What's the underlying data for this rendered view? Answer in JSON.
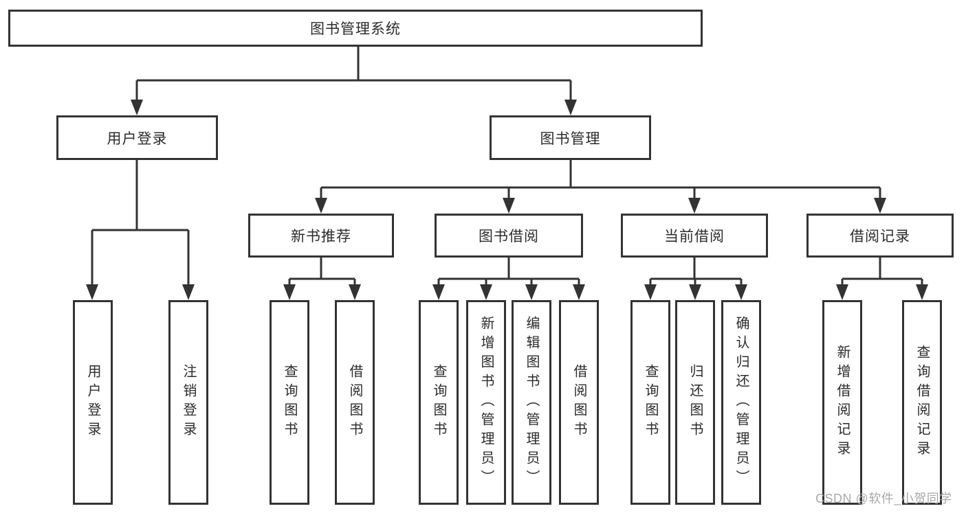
{
  "watermark": "CSDN @软件_小贺同学",
  "root": {
    "label": "图书管理系统"
  },
  "user_login": {
    "label": "用户登录",
    "children": [
      {
        "label": "用户登录"
      },
      {
        "label": "注销登录"
      }
    ]
  },
  "book_management": {
    "label": "图书管理",
    "sections": [
      {
        "label": "新书推荐",
        "children": [
          {
            "label": "查询图书"
          },
          {
            "label": "借阅图书"
          }
        ]
      },
      {
        "label": "图书借阅",
        "children": [
          {
            "label": "查询图书"
          },
          {
            "label": "新增图书（管理员）"
          },
          {
            "label": "编辑图书（管理员）"
          },
          {
            "label": "借阅图书"
          }
        ]
      },
      {
        "label": "当前借阅",
        "children": [
          {
            "label": "查询图书"
          },
          {
            "label": "归还图书"
          },
          {
            "label": "确认归还（管理员）"
          }
        ]
      },
      {
        "label": "借阅记录",
        "children": [
          {
            "label": "新增借阅记录"
          },
          {
            "label": "查询借阅记录"
          }
        ]
      }
    ]
  }
}
